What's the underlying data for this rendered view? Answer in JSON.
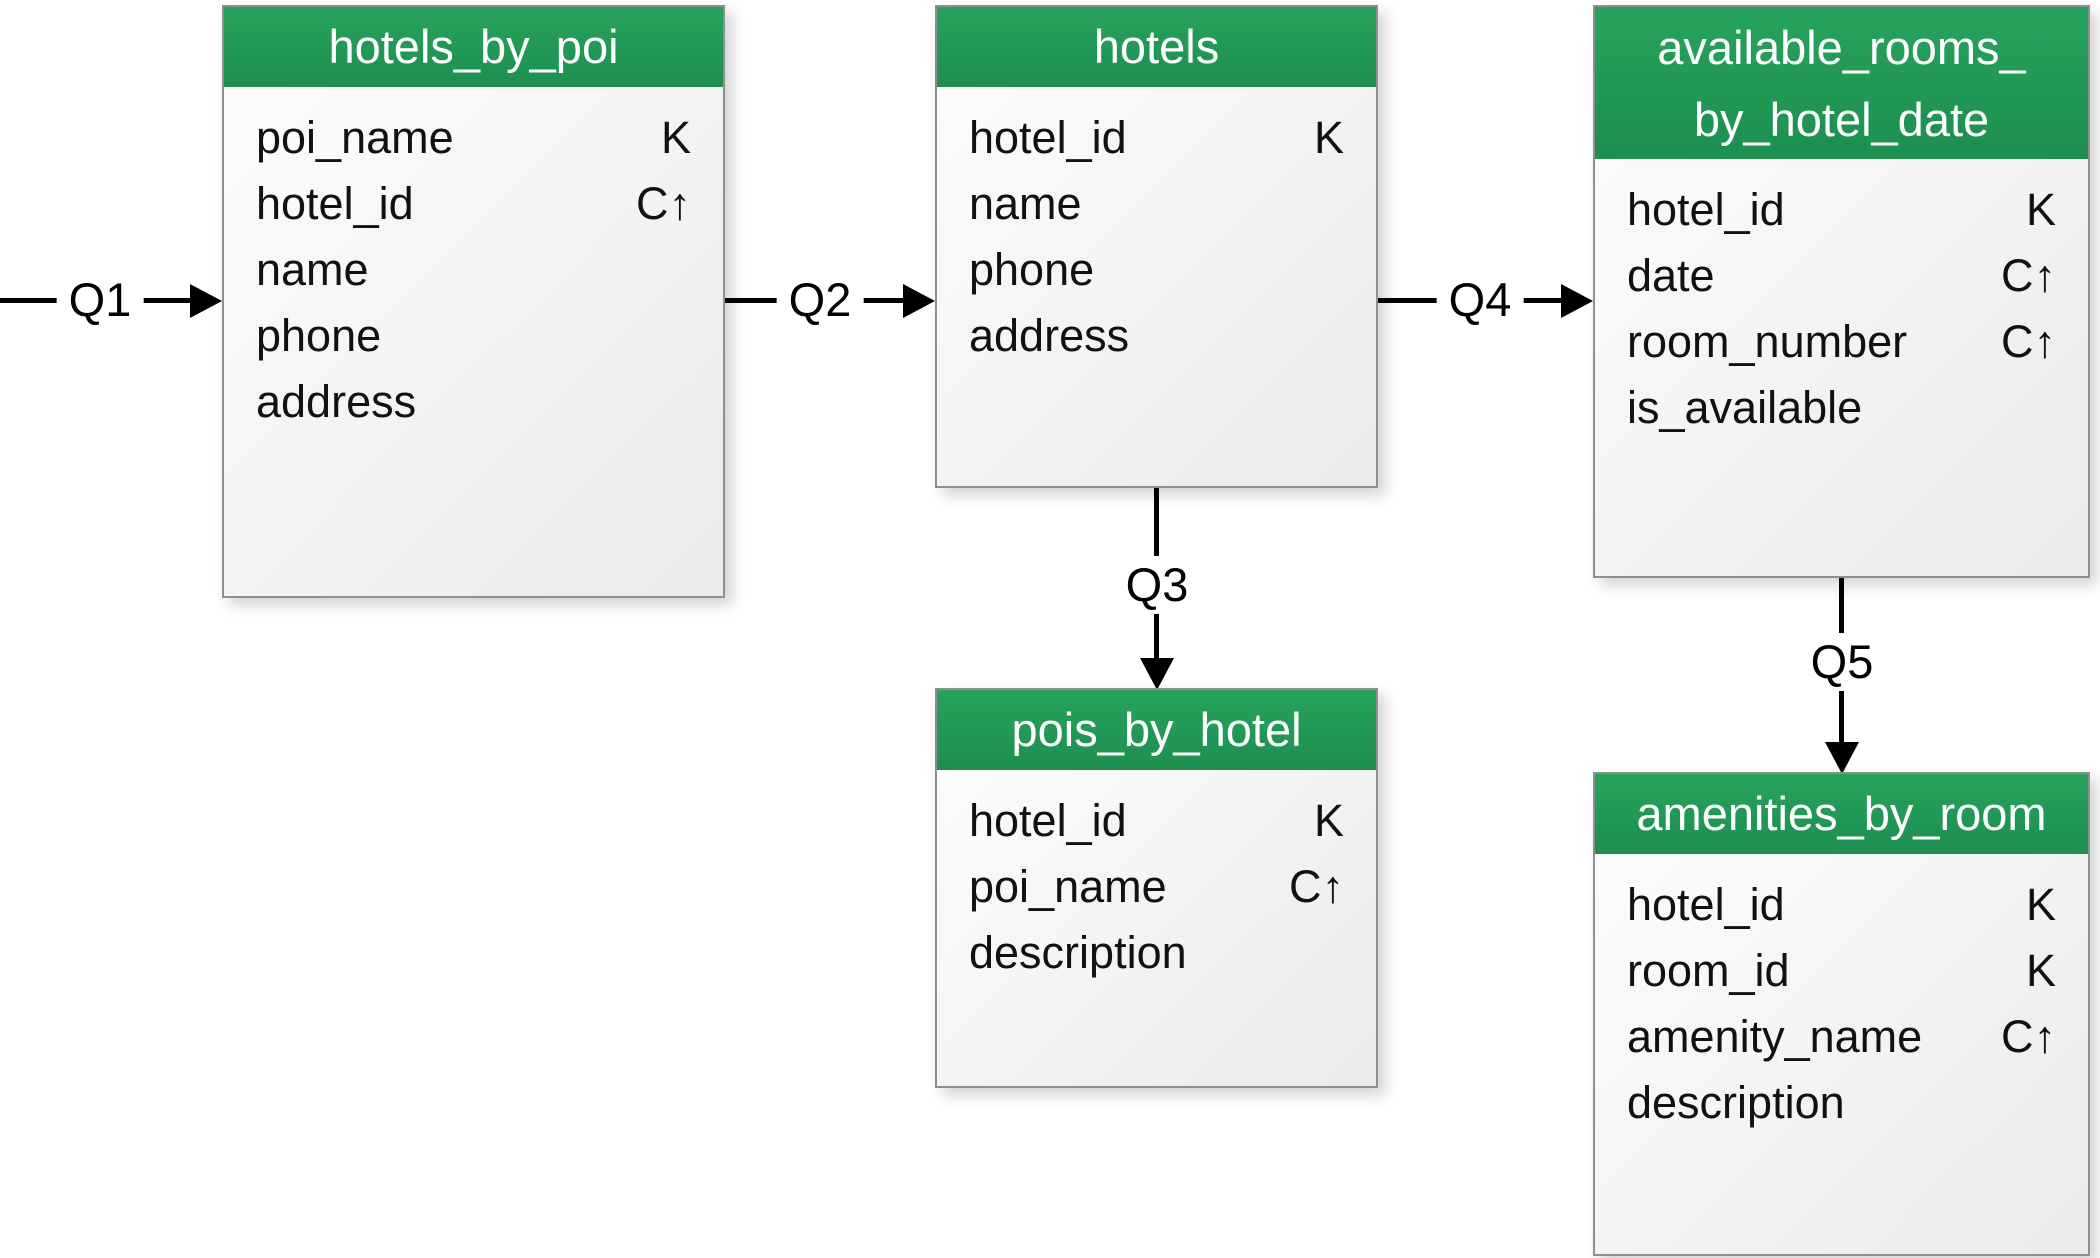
{
  "diagram": {
    "colors": {
      "header_green": "#1f9d55",
      "table_border": "#8f8f8f",
      "arrow_color": "#000000"
    },
    "tables": [
      {
        "id": "hotels_by_poi",
        "title_lines": [
          "hotels_by_poi"
        ],
        "fields": [
          {
            "name": "poi_name",
            "key": "K"
          },
          {
            "name": "hotel_id",
            "key": "C↑"
          },
          {
            "name": "name",
            "key": ""
          },
          {
            "name": "phone",
            "key": ""
          },
          {
            "name": "address",
            "key": ""
          }
        ]
      },
      {
        "id": "hotels",
        "title_lines": [
          "hotels"
        ],
        "fields": [
          {
            "name": "hotel_id",
            "key": "K"
          },
          {
            "name": "name",
            "key": ""
          },
          {
            "name": "phone",
            "key": ""
          },
          {
            "name": "address",
            "key": ""
          }
        ]
      },
      {
        "id": "available_rooms_by_hotel_date",
        "title_lines": [
          "available_rooms_",
          "by_hotel_date"
        ],
        "fields": [
          {
            "name": "hotel_id",
            "key": "K"
          },
          {
            "name": "date",
            "key": "C↑"
          },
          {
            "name": "room_number",
            "key": "C↑"
          },
          {
            "name": "is_available",
            "key": ""
          }
        ]
      },
      {
        "id": "pois_by_hotel",
        "title_lines": [
          "pois_by_hotel"
        ],
        "fields": [
          {
            "name": "hotel_id",
            "key": "K"
          },
          {
            "name": "poi_name",
            "key": "C↑"
          },
          {
            "name": "description",
            "key": ""
          }
        ]
      },
      {
        "id": "amenities_by_room",
        "title_lines": [
          "amenities_by_room"
        ],
        "fields": [
          {
            "name": "hotel_id",
            "key": "K"
          },
          {
            "name": "room_id",
            "key": "K"
          },
          {
            "name": "amenity_name",
            "key": "C↑"
          },
          {
            "name": "description",
            "key": ""
          }
        ]
      }
    ],
    "arrows": [
      {
        "id": "Q1",
        "label": "Q1"
      },
      {
        "id": "Q2",
        "label": "Q2"
      },
      {
        "id": "Q3",
        "label": "Q3"
      },
      {
        "id": "Q4",
        "label": "Q4"
      },
      {
        "id": "Q5",
        "label": "Q5"
      }
    ]
  }
}
